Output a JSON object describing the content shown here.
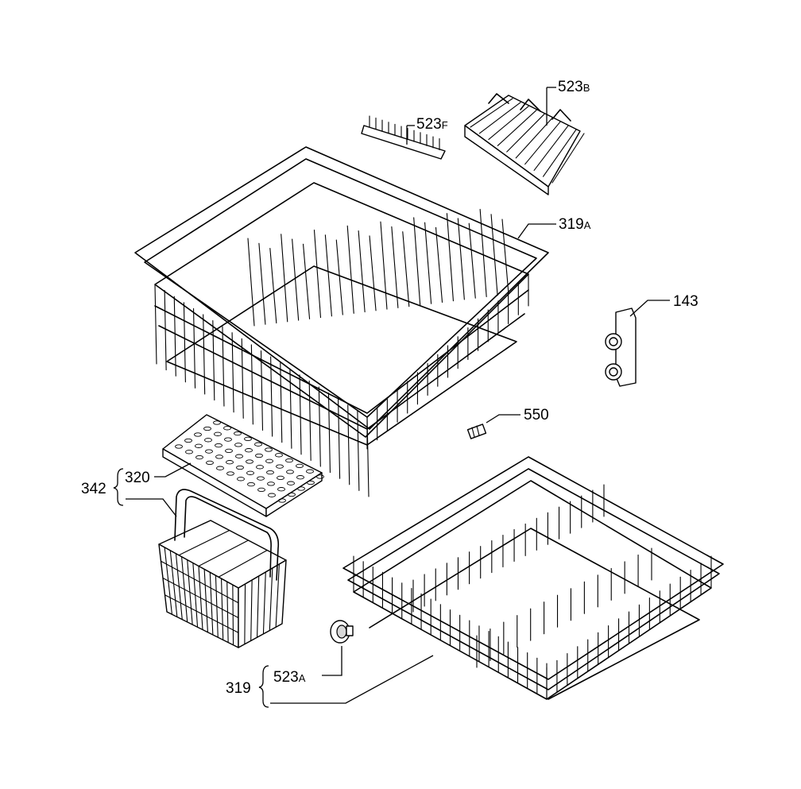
{
  "labels": {
    "p523f_main": "523",
    "p523f_sub": "F",
    "p523b_main": "523",
    "p523b_sub": "B",
    "p319a_main": "319",
    "p319a_sub": "A",
    "p143": "143",
    "p550": "550",
    "p320": "320",
    "p342": "342",
    "p523a_main": "523",
    "p523a_sub": "A",
    "p319": "319"
  }
}
